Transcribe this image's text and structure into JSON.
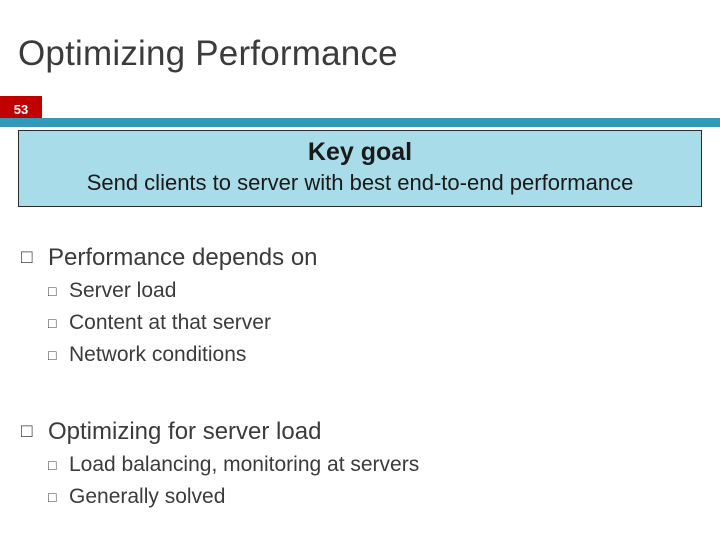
{
  "slide": {
    "title": "Optimizing Performance",
    "number": "53",
    "accent_color": "#3399bb",
    "number_badge_color": "#c00000",
    "callout_color": "#a8dce8",
    "callout": {
      "heading": "Key goal",
      "body": "Send clients to server with best end-to-end performance"
    },
    "bullets": [
      {
        "level1_marker": "□",
        "level1": "Performance depends on",
        "children_marker": "□",
        "children": [
          "Server load",
          "Content at that server",
          "Network conditions"
        ]
      },
      {
        "level1_marker": "□",
        "level1": "Optimizing for server load",
        "children_marker": "□",
        "children": [
          "Load balancing, monitoring at servers",
          "Generally solved"
        ]
      }
    ]
  }
}
